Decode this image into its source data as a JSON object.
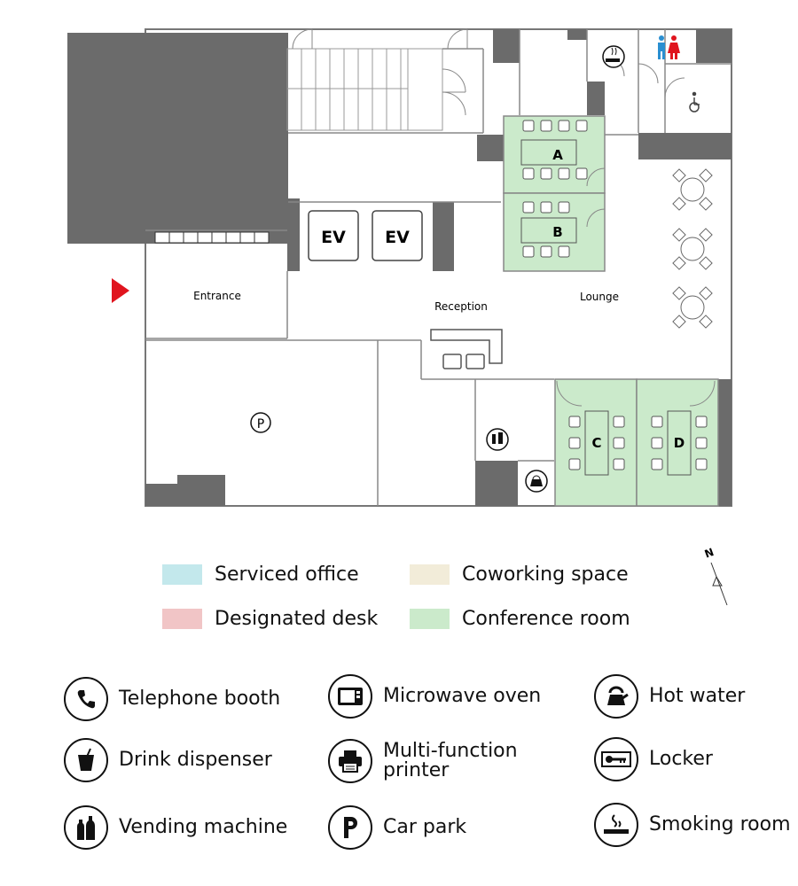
{
  "floorplan": {
    "labels": {
      "entrance": "Entrance",
      "reception": "Reception",
      "lounge": "Lounge",
      "car_park_symbol": "P",
      "elevator_1": "EV",
      "elevator_2": "EV"
    },
    "conference_rooms": [
      "A",
      "B",
      "C",
      "D"
    ]
  },
  "compass": {
    "label": "N"
  },
  "legend": [
    {
      "label": "Serviced office",
      "color": "#c3e8ec"
    },
    {
      "label": "Coworking space",
      "color": "#f2ecd9"
    },
    {
      "label": "Designated desk",
      "color": "#f1c5c6"
    },
    {
      "label": "Conference room",
      "color": "#cbeacb"
    }
  ],
  "amenities": [
    {
      "label": "Telephone booth",
      "icon": "telephone-icon"
    },
    {
      "label": "Microwave oven",
      "icon": "microwave-icon"
    },
    {
      "label": "Hot water",
      "icon": "kettle-icon"
    },
    {
      "label": "Drink dispenser",
      "icon": "drink-icon"
    },
    {
      "label": "Multi-function printer",
      "icon": "printer-icon"
    },
    {
      "label": "Locker",
      "icon": "key-icon"
    },
    {
      "label": "Vending machine",
      "icon": "bottles-icon"
    },
    {
      "label": "Car park",
      "icon": "parking-icon"
    },
    {
      "label": "Smoking room",
      "icon": "cigarette-icon"
    }
  ],
  "colors": {
    "wall": "#6b6b6b",
    "conference": "#cbeacb",
    "entrance_arrow": "#e0141e",
    "male": "#2a8fd1",
    "female": "#e0141e"
  }
}
